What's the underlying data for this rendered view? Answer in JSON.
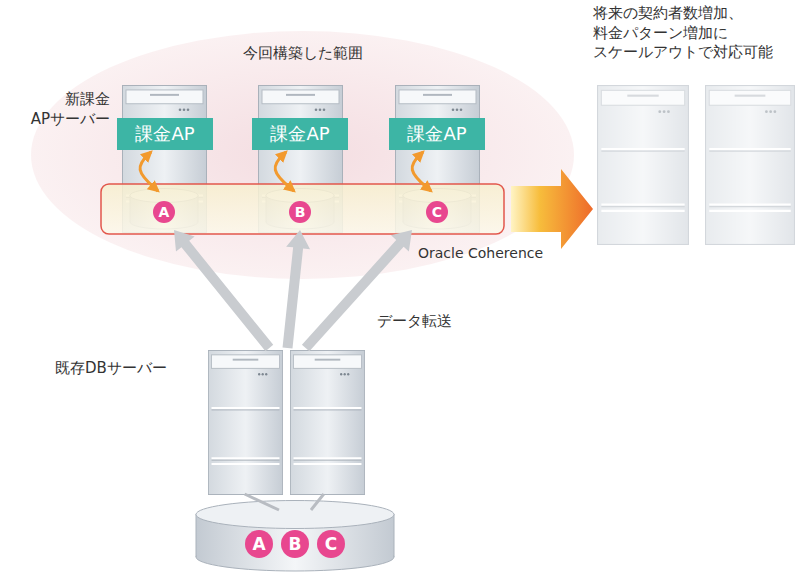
{
  "diagram": {
    "nodes": [
      {
        "text": [
          "今回構築した範囲"
        ]
      },
      {
        "text": [
          "課金AP"
        ],
        "in": 0
      },
      {
        "text": [
          "課金AP"
        ],
        "in": 0
      },
      {
        "text": [
          "課金AP"
        ],
        "in": 0
      },
      {
        "text": [
          "Oracle Coherence"
        ],
        "in": 0
      },
      {
        "text": [
          "A"
        ],
        "in": 4
      },
      {
        "text": [
          "B"
        ],
        "in": 4
      },
      {
        "text": [
          "C"
        ],
        "in": 4
      },
      {
        "text": [
          "既存DBサーバー"
        ]
      },
      {
        "text": [
          "A",
          "B",
          "C"
        ]
      },
      {
        "text": [
          "将来の契約者数増加、 料金パターン増加に スケールアウトで対応可能"
        ]
      }
    ],
    "edges": [
      {
        "from": 1,
        "to": 5,
        "arrow": "both"
      },
      {
        "from": 2,
        "to": 6,
        "arrow": "both"
      },
      {
        "from": 3,
        "to": 7,
        "arrow": "both"
      },
      {
        "from": 8,
        "to": 5,
        "arrow": "to"
      },
      {
        "from": 8,
        "to": 6,
        "arrow": "to"
      },
      {
        "from": 8,
        "to": 7,
        "arrow": "to",
        "label": "データ転送"
      },
      {
        "from": 8,
        "to": 9,
        "arrow": "none"
      },
      {
        "from": 4,
        "to": 10,
        "arrow": "to"
      }
    ],
    "labels": [
      "新課金 APサーバー"
    ]
  }
}
